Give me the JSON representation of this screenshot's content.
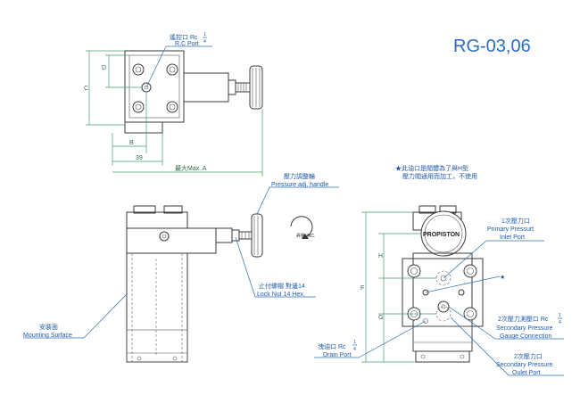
{
  "title": "RG-03,06",
  "notes": {
    "star_line1": "★此油口是閥體為了與H型",
    "star_line2": "壓力閥通用而加工，不使用"
  },
  "top_view": {
    "pilot_port_cn": "遙控口 Rc",
    "pilot_port_frac_num": "1",
    "pilot_port_frac_den": "4",
    "pilot_port_en": "R.C Port",
    "dim_d": "D",
    "dim_c": "C",
    "dim_b": "B",
    "dim_39": "39",
    "dim_a": "最大Max. A"
  },
  "front_view": {
    "handle_cn": "壓力調整輪",
    "handle_en": "Pressure adj. handle",
    "locknut_cn": "止付螺帽 對邊14",
    "locknut_en": "Lock Nut 14 Hex.",
    "mount_cn": "安裝面",
    "mount_en": "Mounting Surface",
    "rotation_label": "昇壓 INC."
  },
  "side_view": {
    "brand": "PROPISTON",
    "dim_h": "H",
    "dim_f": "F",
    "dim_g": "G",
    "star": "★",
    "primary_cn": "1次壓力口",
    "primary_en1": "Primary Pressurt",
    "primary_en2": "Inlet Port",
    "gauge_cn": "2次壓力測壓口 Rc",
    "gauge_frac_num": "1",
    "gauge_frac_den": "4",
    "gauge_en1": "Secondary Pressure",
    "gauge_en2": "Gauge Connection",
    "drain_cn": "洩油口 Rc",
    "drain_frac_num": "1",
    "drain_frac_den": "4",
    "drain_en": "Drain Port",
    "secondary_cn": "2次壓力口",
    "secondary_en1": "Secondary Pressure",
    "secondary_en2": "Oulet Port"
  }
}
